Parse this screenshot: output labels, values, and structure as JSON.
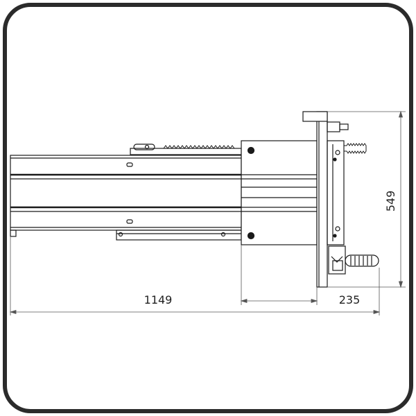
{
  "colors": {
    "frame": "#2b2b2b",
    "line": "#1a1a1a",
    "dim": "#555555"
  },
  "dimensions": {
    "overall_length": "1149",
    "handle_extension": "235",
    "height": "549"
  }
}
